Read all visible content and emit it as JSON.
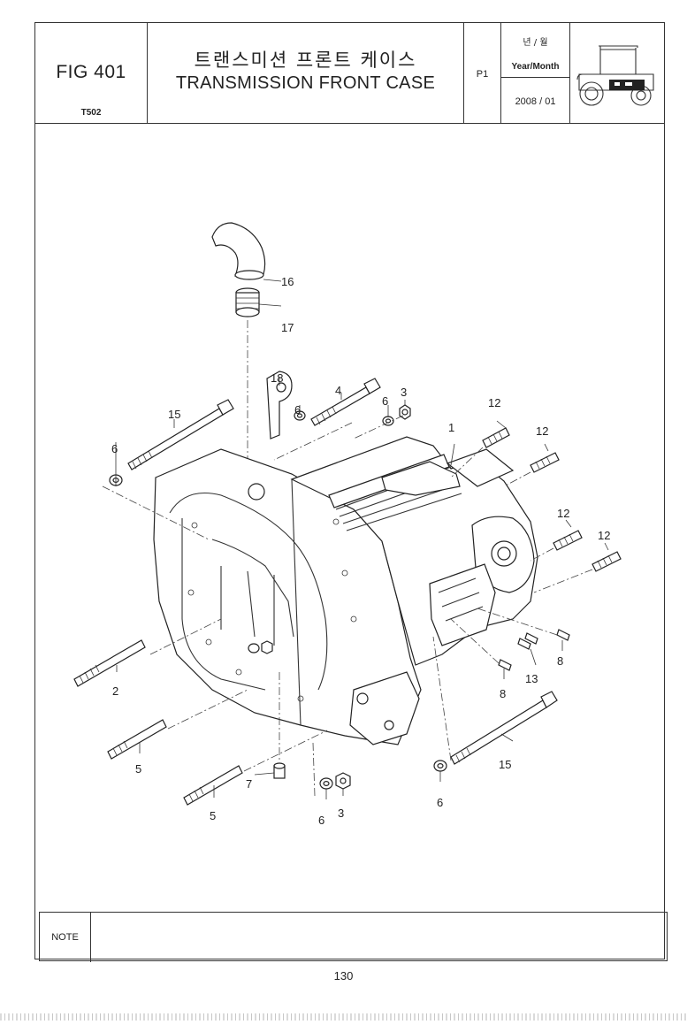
{
  "header": {
    "fig_label": "FIG 401",
    "fig_code": "T502",
    "title_ko": "트랜스미션 프론트 케이스",
    "title_en": "TRANSMISSION FRONT CASE",
    "page_label": "P1",
    "date_label_ko": "년 / 월",
    "date_label_en": "Year/Month",
    "date_value": "2008 / 01",
    "image_icon": "tractor-icon"
  },
  "callouts": {
    "c16": "16",
    "c17": "17",
    "c18": "18",
    "c4": "4",
    "c3a": "3",
    "c6a": "6",
    "c6b": "6",
    "c15a": "15",
    "c6c": "6",
    "c1": "1",
    "c12a": "12",
    "c12b": "12",
    "c12c": "12",
    "c12d": "12",
    "c8a": "8",
    "c13": "13",
    "c8b": "8",
    "c2": "2",
    "c5a": "5",
    "c15b": "15",
    "c7": "7",
    "c5b": "5",
    "c6d": "6",
    "c3b": "3",
    "c6e": "6"
  },
  "note": {
    "label": "NOTE",
    "text": ""
  },
  "footer": {
    "page_number": "130"
  }
}
